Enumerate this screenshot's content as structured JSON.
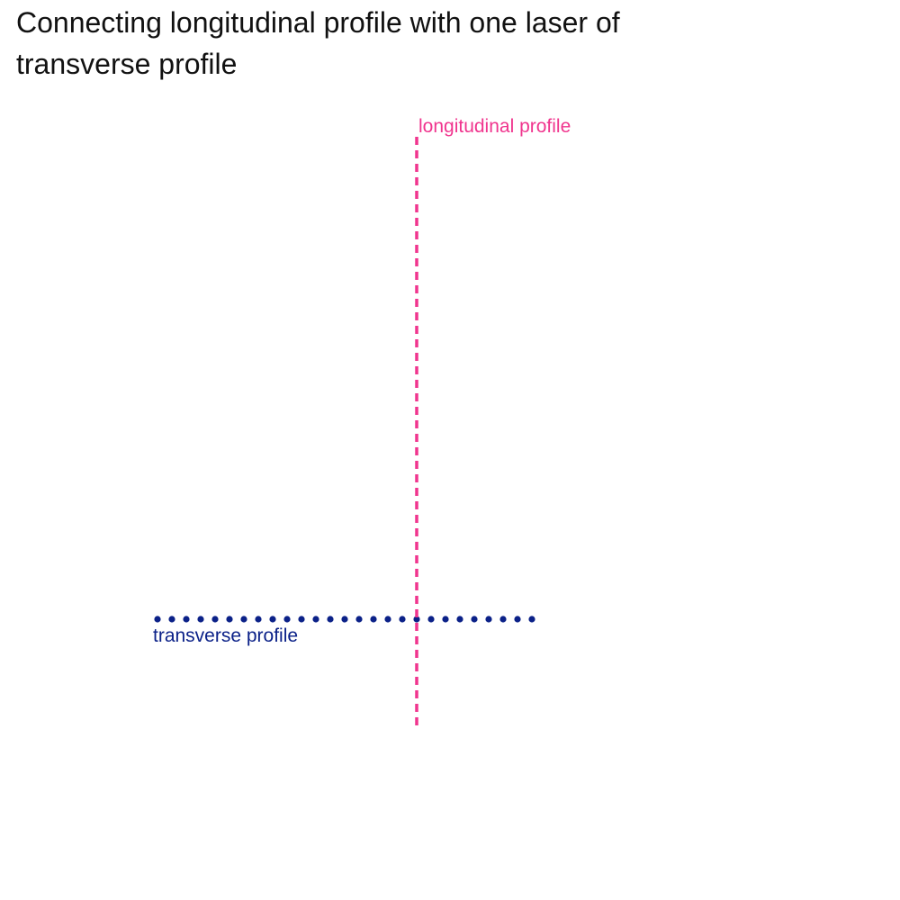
{
  "title": "Connecting longitudinal profile with one laser of transverse profile",
  "longitudinal": {
    "label": "longitudinal profile",
    "color": "#f0358e",
    "style": "dashed"
  },
  "transverse": {
    "label": "transverse profile",
    "color": "#0b2188",
    "style": "dotted",
    "point_count": 27
  }
}
